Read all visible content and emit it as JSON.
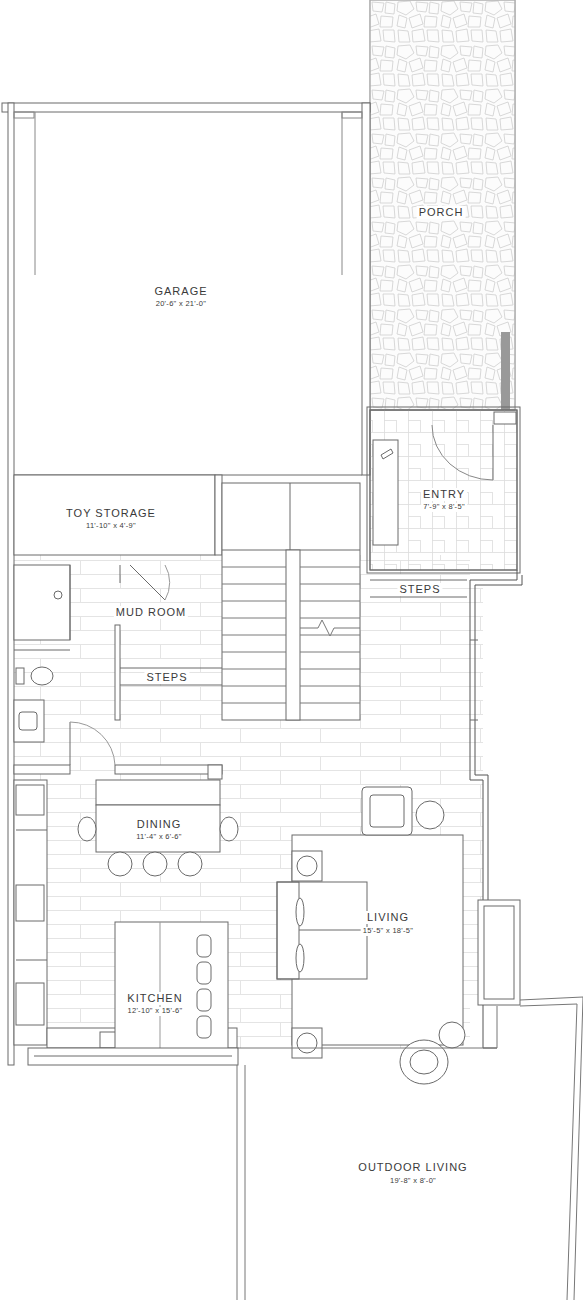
{
  "diagram": {
    "labels": [
      "GARAGE",
      "20'-6\" x 21'-0\"",
      "PORCH",
      "ENTRY",
      "7'-9\" x 8'-5\"",
      "TOY STORAGE",
      "11'-10\" x 4'-9\"",
      "STEPS",
      "MUD ROOM",
      "STEPS",
      "DINING",
      "11'-4\" x 6'-6\"",
      "LIVING",
      "15'-5\" x 18'-5\"",
      "KITCHEN",
      "12'-10\" x 15'-6\"",
      "OUTDOOR LIVING",
      "19'-8\" x 8'-0\""
    ]
  }
}
